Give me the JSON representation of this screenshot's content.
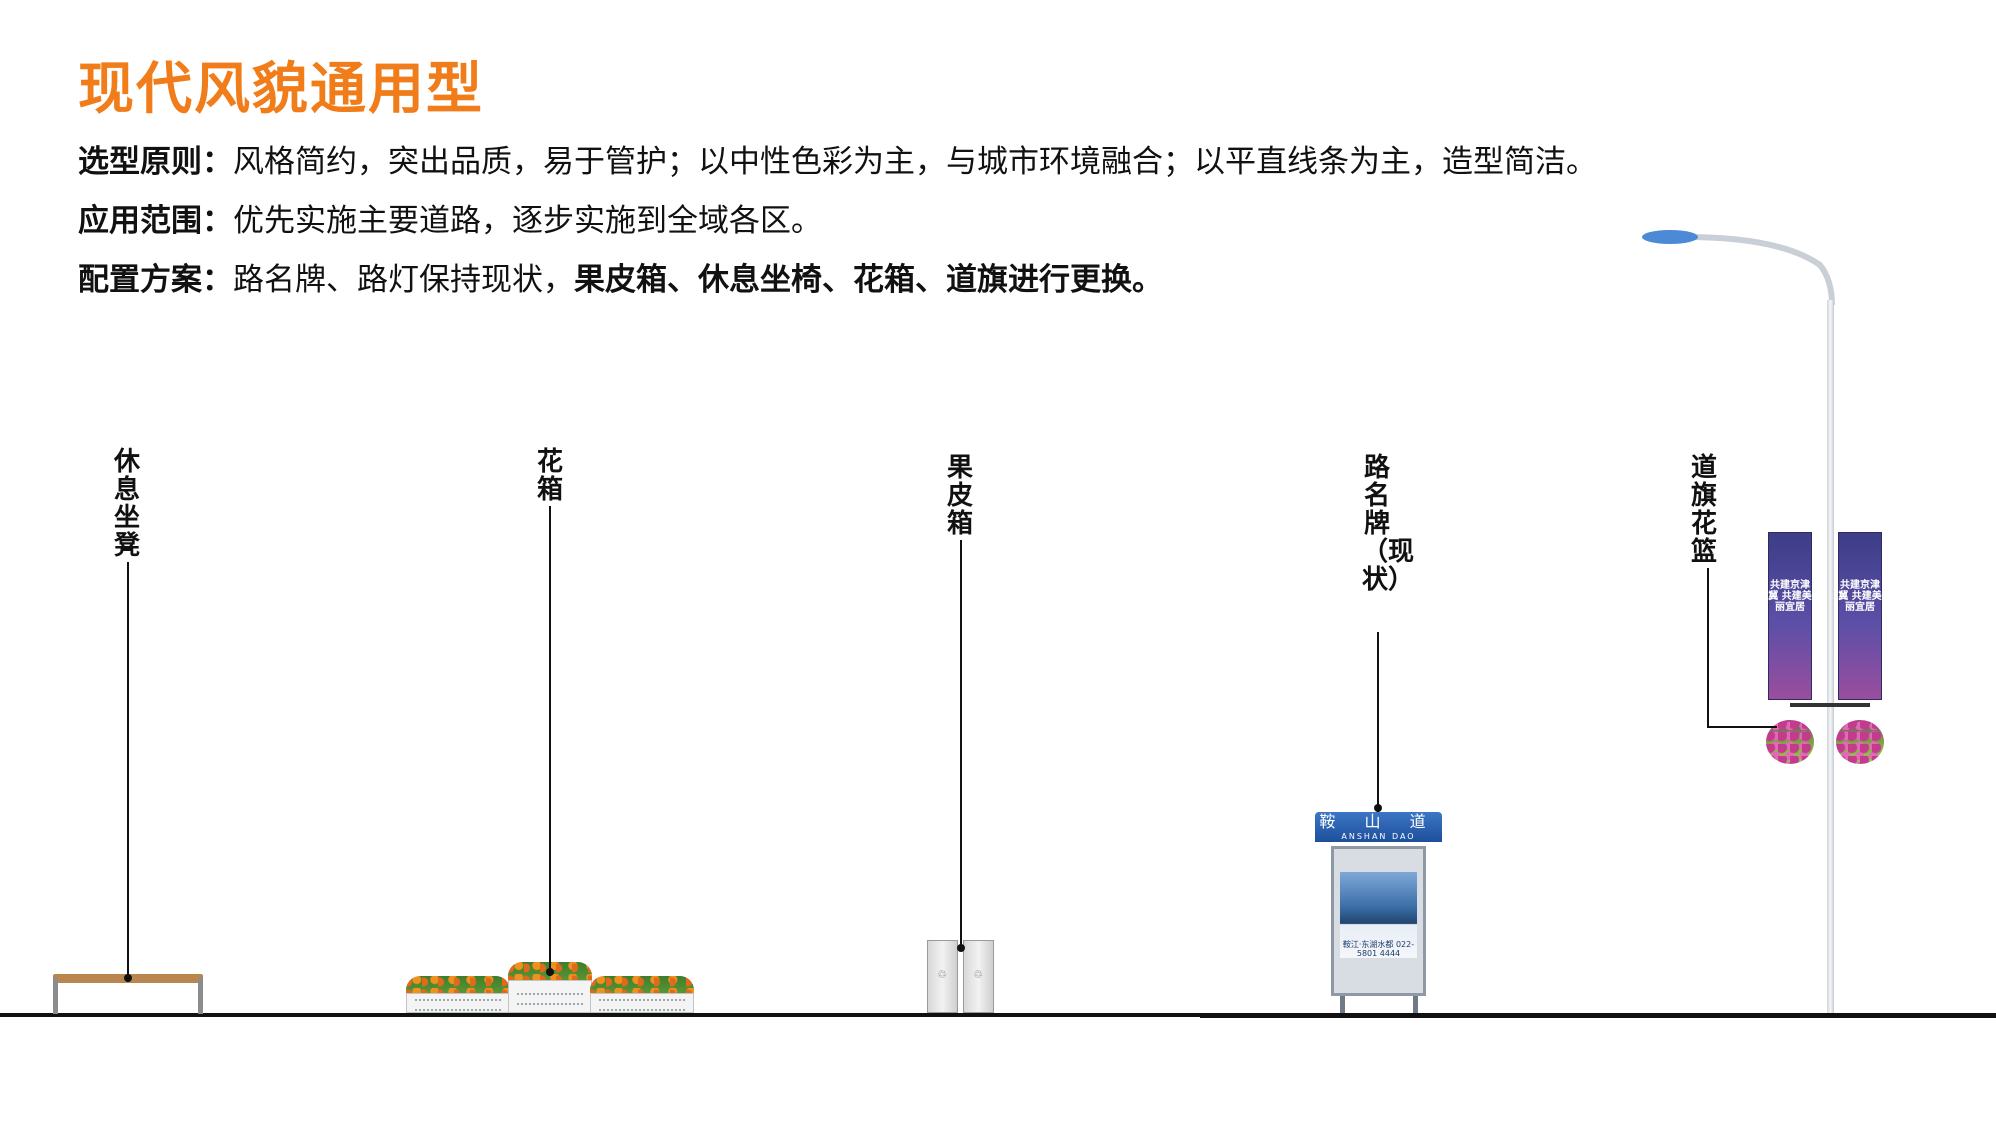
{
  "title": "现代风貌通用型",
  "principle": {
    "label": "选型原则：",
    "text": "风格简约，突出品质，易于管护；以中性色彩为主，与城市环境融合；以平直线条为主，造型简洁。"
  },
  "scope": {
    "label": "应用范围：",
    "text": "优先实施主要道路，逐步实施到全域各区。"
  },
  "plan": {
    "label": "配置方案：",
    "text": "路名牌、路灯保持现状，",
    "emphasis": "果皮箱、休息坐椅、花箱、道旗进行更换。"
  },
  "labels": {
    "bench": "休息坐凳",
    "planter": "花箱",
    "bin": "果皮箱",
    "sign": "路名牌（现状）",
    "banner": "道旗花篮"
  },
  "sign": {
    "name": "鞍 山 道",
    "en": "ANSHAN DAO",
    "ad": "鞍江·东湖水都 022-5801 4444"
  },
  "banner": {
    "left_text": "共建京津冀 共建美丽宜居",
    "right_text": "共建京津冀 共建美丽宜居"
  },
  "colors": {
    "title": "#f07d1a",
    "sign_blue": "#1d4f9c",
    "banner_purple": "#5c4fa7"
  }
}
